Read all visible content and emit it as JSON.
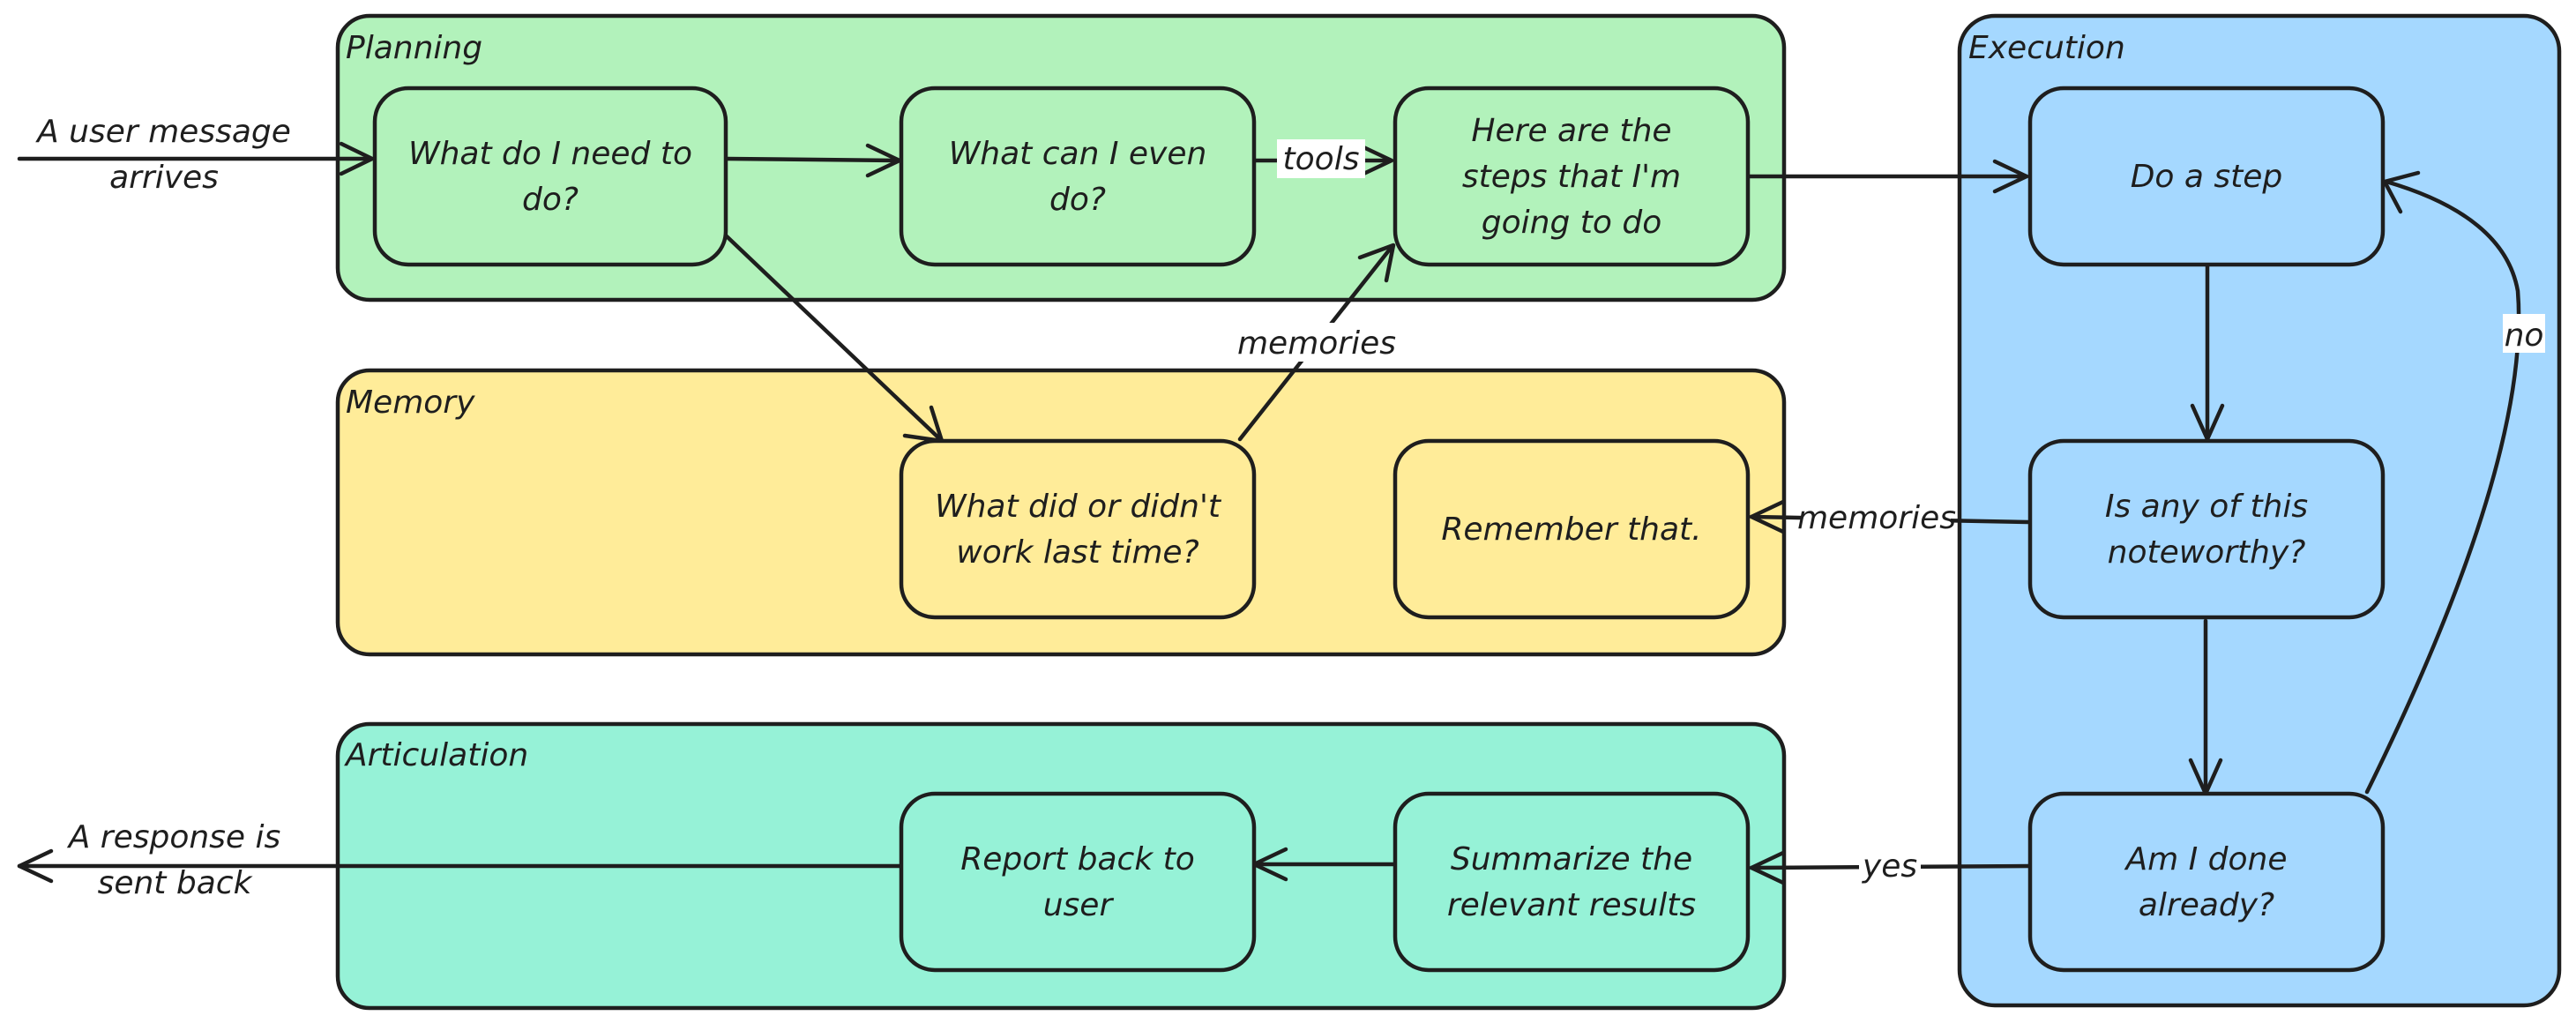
{
  "colors": {
    "planning": "#b2f2bb",
    "memory": "#ffec99",
    "articulation": "#96f2d7",
    "execution": "#a5d8ff",
    "stroke": "#1e1e1e"
  },
  "groups": {
    "planning": {
      "title": "Planning"
    },
    "memory": {
      "title": "Memory"
    },
    "articulation": {
      "title": "Articulation"
    },
    "execution": {
      "title": "Execution"
    }
  },
  "nodes": {
    "need_to_do": {
      "lines": [
        "What do I need to",
        "do?"
      ]
    },
    "can_do": {
      "lines": [
        "What can I even",
        "do?"
      ]
    },
    "steps": {
      "lines": [
        "Here are the",
        "steps that I'm",
        "going to do"
      ]
    },
    "worked_last_time": {
      "lines": [
        "What did or didn't",
        "work last time?"
      ]
    },
    "remember": {
      "lines": [
        "Remember that."
      ]
    },
    "report_back": {
      "lines": [
        "Report back to",
        "user"
      ]
    },
    "summarize": {
      "lines": [
        "Summarize the",
        "relevant results"
      ]
    },
    "do_step": {
      "lines": [
        "Do a step"
      ]
    },
    "noteworthy": {
      "lines": [
        "Is any of this",
        "noteworthy?"
      ]
    },
    "done_already": {
      "lines": [
        "Am I done",
        "already?"
      ]
    }
  },
  "edge_labels": {
    "input": {
      "lines": [
        "A user message",
        "arrives"
      ]
    },
    "tools": {
      "lines": [
        "tools"
      ]
    },
    "memories_recall": {
      "lines": [
        "memories"
      ]
    },
    "memories_store": {
      "lines": [
        "memories"
      ]
    },
    "no": {
      "lines": [
        "no"
      ]
    },
    "yes": {
      "lines": [
        "yes"
      ]
    },
    "output": {
      "lines": [
        "A response is",
        "sent back"
      ]
    }
  }
}
